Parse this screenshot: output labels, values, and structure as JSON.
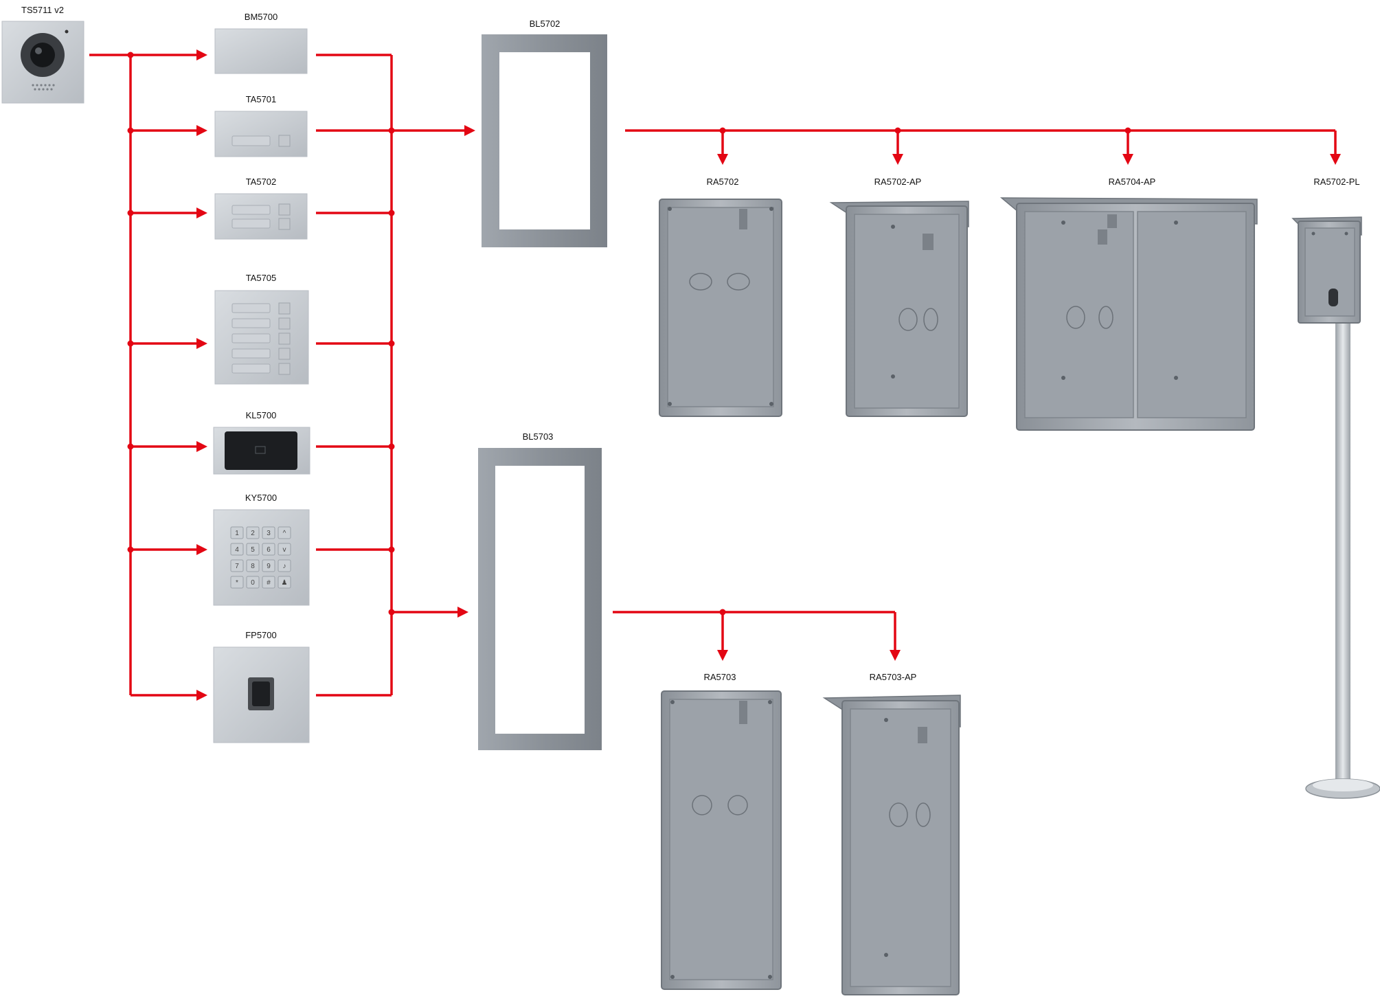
{
  "modules": {
    "ts5711": "TS5711 v2",
    "bm5700": "BM5700",
    "ta5701": "TA5701",
    "ta5702": "TA5702",
    "ta5705": "TA5705",
    "kl5700": "KL5700",
    "ky5700": "KY5700",
    "fp5700": "FP5700"
  },
  "frames": {
    "bl5702": "BL5702",
    "bl5703": "BL5703"
  },
  "boxes": {
    "ra5702": "RA5702",
    "ra5702_ap": "RA5702-AP",
    "ra5704_ap": "RA5704-AP",
    "ra5702_pl": "RA5702-PL",
    "ra5703": "RA5703",
    "ra5703_ap": "RA5703-AP"
  },
  "keypad_keys": [
    "1",
    "2",
    "3",
    "^",
    "4",
    "5",
    "6",
    "v",
    "7",
    "8",
    "9",
    "♪",
    "*",
    "0",
    "#",
    "♟"
  ],
  "colors": {
    "connector": "#e30613",
    "metal": "#c9cdd2",
    "frame": "#8f959c",
    "box": "#a6acb3"
  }
}
